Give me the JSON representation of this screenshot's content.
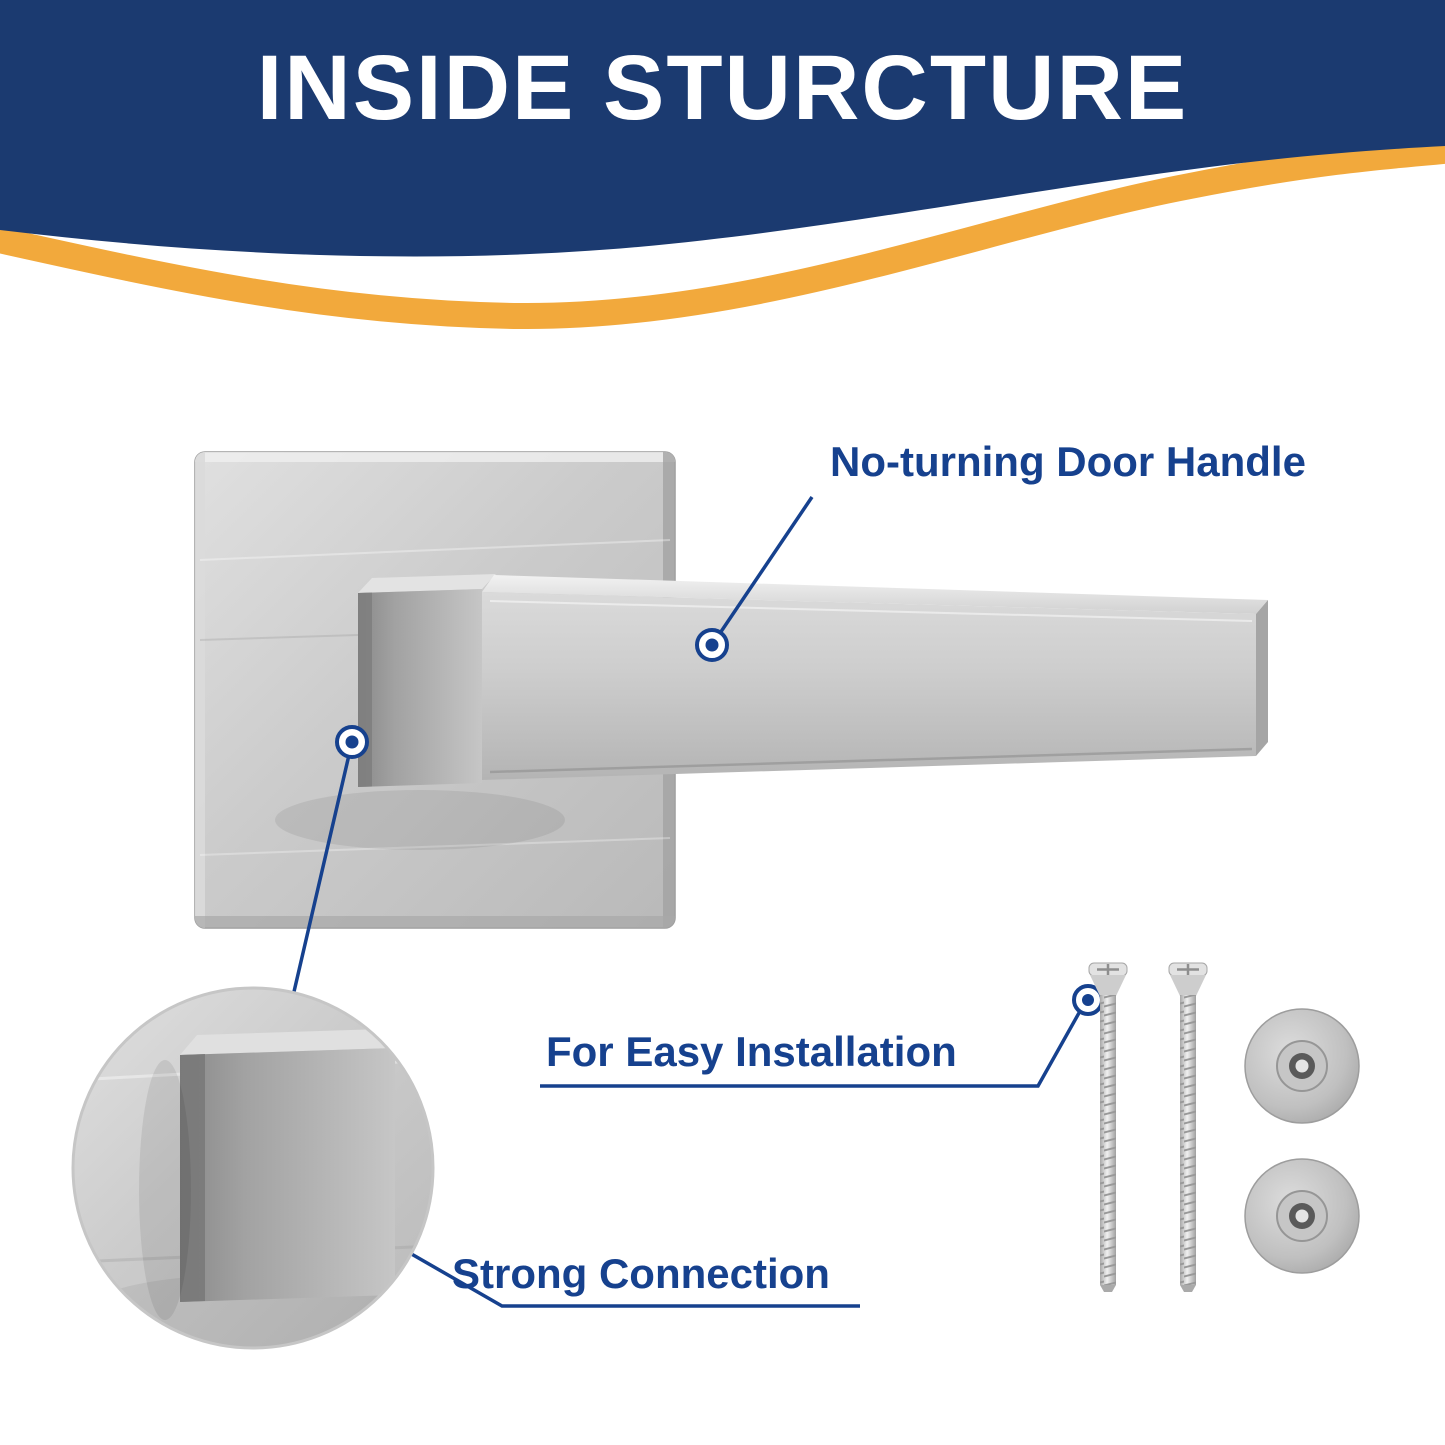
{
  "header": {
    "title": "INSIDE STURCTURE",
    "background_color": "#1b3a70",
    "wave_color": "#f2a93c"
  },
  "callouts": {
    "handle": {
      "label": "No-turning Door Handle"
    },
    "install": {
      "label": "For Easy Installation"
    },
    "connection": {
      "label": "Strong Connection"
    }
  },
  "colors": {
    "accent_blue": "#16418e",
    "metal_light": "#d9d9d9",
    "metal_mid": "#c4c4c4",
    "metal_dark": "#8f8f8f"
  }
}
